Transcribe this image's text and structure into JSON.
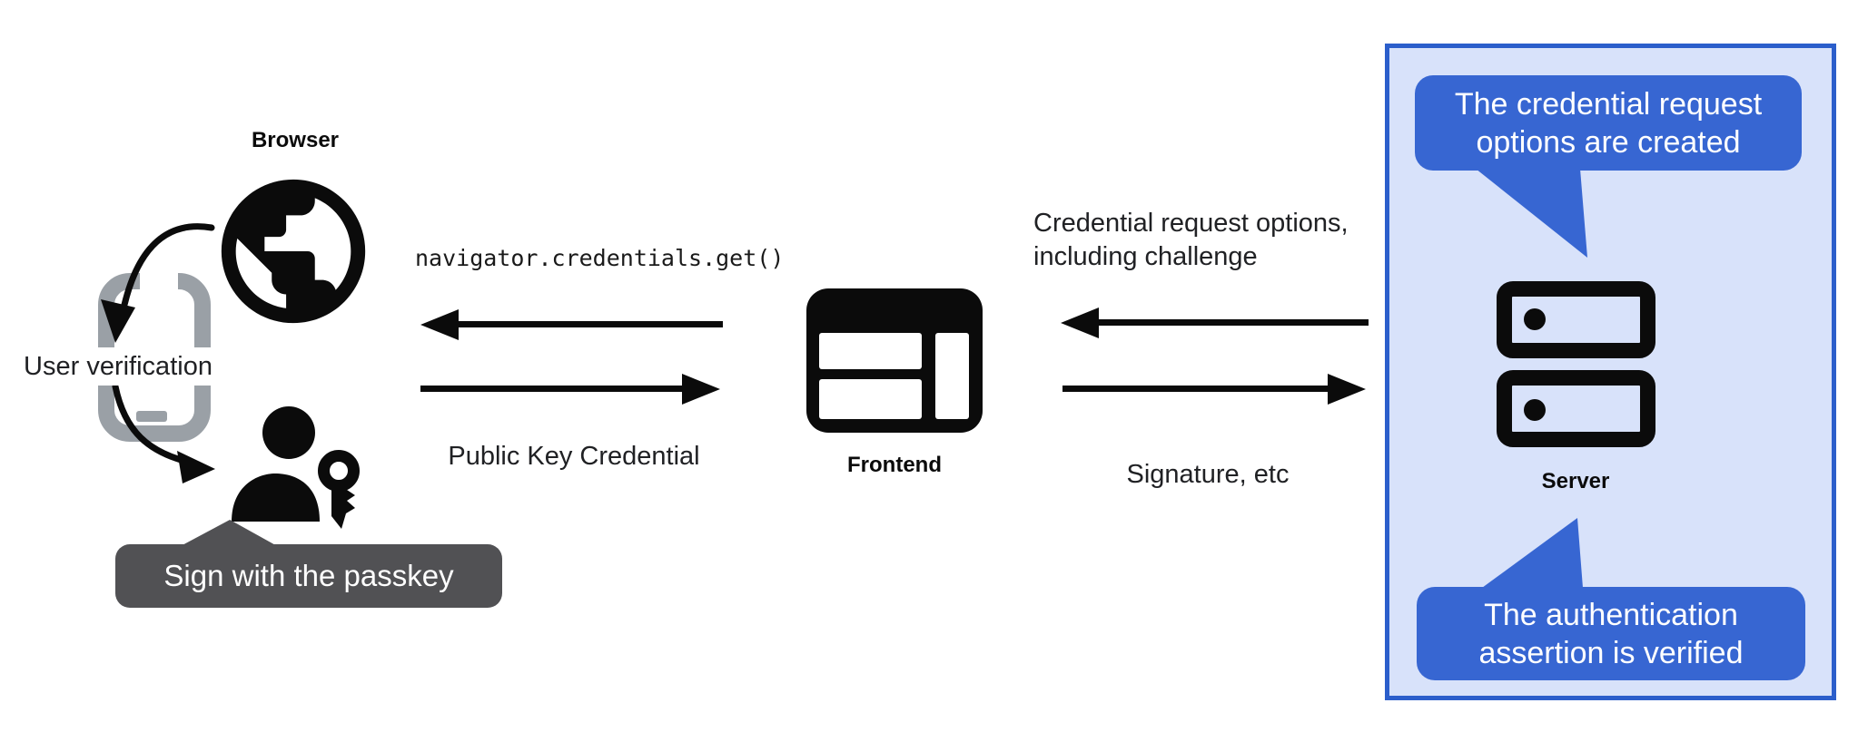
{
  "diagram": {
    "title_context": "Passkey authentication flow",
    "nodes": {
      "browser": {
        "label": "Browser"
      },
      "frontend": {
        "label": "Frontend"
      },
      "server": {
        "label": "Server"
      }
    },
    "user_side": {
      "verification_label": "User verification",
      "passkey_tooltip": "Sign with the passkey"
    },
    "messages": {
      "frontend_to_browser_call": "navigator.credentials.get()",
      "browser_to_frontend": "Public Key Credential",
      "server_to_frontend": "Credential request options,\nincluding challenge",
      "frontend_to_server": "Signature, etc"
    },
    "server_callouts": {
      "top": "The credential request\noptions are created",
      "bottom": "The authentication\nassertion is verified"
    },
    "icons": {
      "browser": "globe-icon",
      "user_device": "smartphone-icon",
      "user": "person-with-key-icon",
      "frontend": "browser-window-icon",
      "server": "server-stack-icon",
      "flow": "arrow-icons"
    },
    "colors": {
      "callout_blue": "#3766D2",
      "server_panel_fill": "#D8E2FA",
      "server_panel_border": "#2B5ECB",
      "tooltip_gray": "#515154",
      "phone_gray": "#9AA0A6",
      "ink": "#0b0b0b",
      "text": "#202124",
      "callout_text": "#ffffff"
    }
  }
}
